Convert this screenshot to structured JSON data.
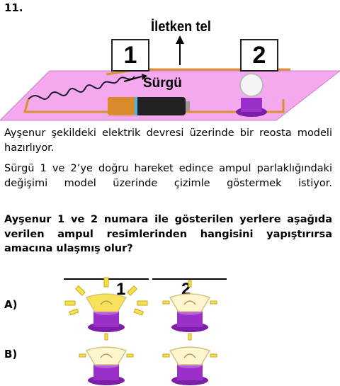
{
  "question_number": "11.",
  "figure": {
    "wire_label": "İletken tel",
    "box_1": "1",
    "box_2": "2",
    "slider_label": "Sürgü"
  },
  "text": {
    "p1": "Ayşenur şekildeki elektrik devresi üzerinde bir reosta modeli hazırlıyor.",
    "p2": "Sürgü 1 ve 2’ye doğru hareket edince ampul parlaklığındaki değişimi model üzerinde çizimle göstermek istiyor.",
    "p3": "Ayşenur 1 ve 2 numara ile gösterilen yerlere aşağıda verilen ampul resimlerinden hangisini yapıştırırsa amacına ulaşmış olur?"
  },
  "options_table": {
    "col1": "1",
    "col2": "2",
    "options": [
      {
        "letter": "A)",
        "bulb1": "bright",
        "bulb2": "dim"
      },
      {
        "letter": "B)",
        "bulb1": "dim",
        "bulb2": "dim"
      }
    ]
  },
  "colors": {
    "board": "#f4a6f0",
    "wire": "#d9932b",
    "bulb_base": "#9b2fc9",
    "bright_bulb": "#f7e25a",
    "ray": "#f6e24b"
  }
}
